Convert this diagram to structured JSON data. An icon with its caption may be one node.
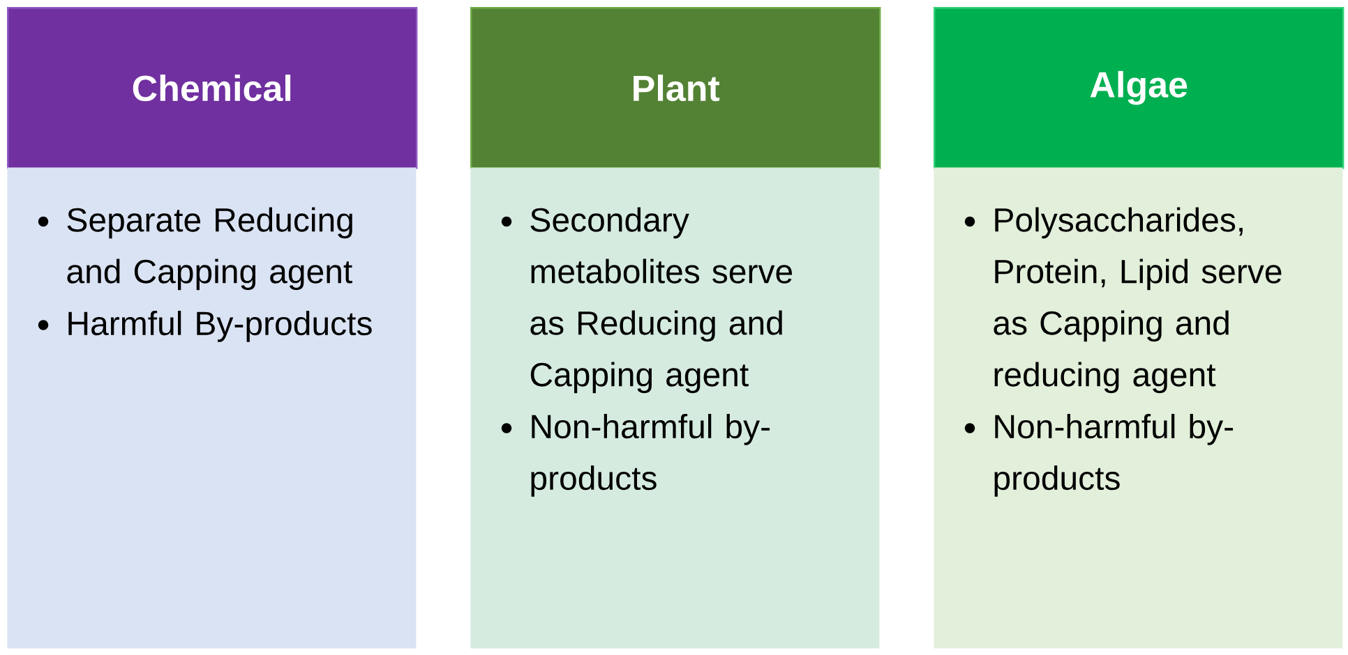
{
  "diagram": {
    "nodes": [
      {
        "text": [
          "Chemical"
        ]
      },
      {
        "text": [
          "Separate Reducing and Capping agent",
          "Harmful By-products"
        ]
      },
      {
        "text": [
          "Plant"
        ]
      },
      {
        "text": [
          "Secondary metabolites serve as Reducing and Capping agent",
          "Non-harmful by-products"
        ]
      },
      {
        "text": [
          "Algae"
        ]
      },
      {
        "text": [
          "Polysaccharides, Protein, Lipid serve as Capping and reducing agent",
          "Non-harmful by-products"
        ]
      }
    ]
  }
}
